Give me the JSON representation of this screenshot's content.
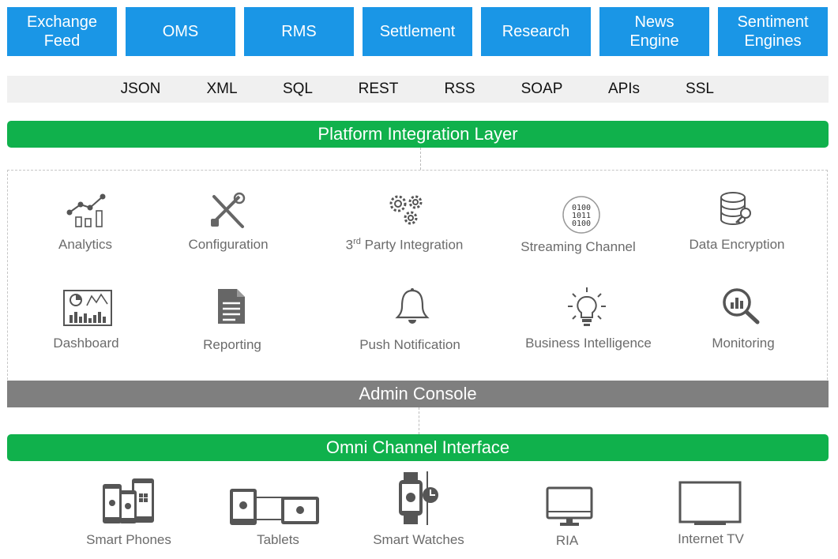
{
  "top_systems": [
    {
      "label": "Exchange\nFeed"
    },
    {
      "label": "OMS"
    },
    {
      "label": "RMS"
    },
    {
      "label": "Settlement"
    },
    {
      "label": "Research"
    },
    {
      "label": "News\nEngine"
    },
    {
      "label": "Sentiment\nEngines"
    }
  ],
  "protocols": [
    "JSON",
    "XML",
    "SQL",
    "REST",
    "RSS",
    "SOAP",
    "APIs",
    "SSL"
  ],
  "platform_layer": "Platform Integration Layer",
  "features": {
    "analytics": "Analytics",
    "configuration": "Configuration",
    "third_party_prefix": "3",
    "third_party_sup": "rd",
    "third_party_rest": " Party Integration",
    "streaming": "Streaming Channel",
    "streaming_icon_text": [
      "0100",
      "1011",
      "0100"
    ],
    "encryption": "Data Encryption",
    "dashboard": "Dashboard",
    "reporting": "Reporting",
    "push": "Push Notification",
    "bi": "Business Intelligence",
    "monitoring": "Monitoring"
  },
  "admin_console": "Admin Console",
  "omni_channel": "Omni Channel Interface",
  "devices": {
    "phones": "Smart Phones",
    "tablets": "Tablets",
    "watches": "Smart Watches",
    "ria": "RIA",
    "tv": "Internet TV"
  },
  "colors": {
    "blue": "#1a96e6",
    "green": "#10b14c",
    "gray": "#7f7f7f",
    "icon": "#6b6b6b"
  }
}
